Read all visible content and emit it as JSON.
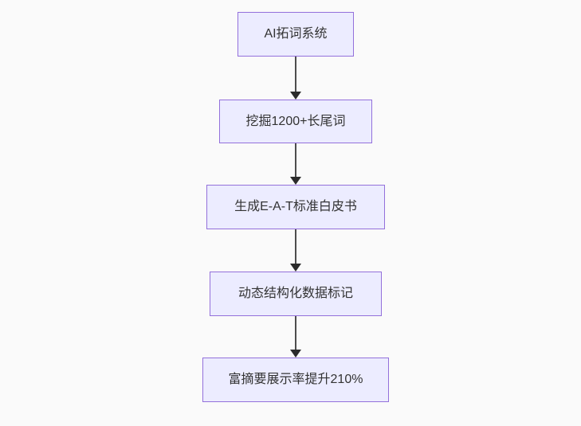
{
  "diagram": {
    "type": "flowchart",
    "direction": "top-down",
    "nodes": [
      {
        "id": "n1",
        "label": "AI拓词系统"
      },
      {
        "id": "n2",
        "label": "挖掘1200+长尾词"
      },
      {
        "id": "n3",
        "label": "生成E-A-T标准白皮书"
      },
      {
        "id": "n4",
        "label": "动态结构化数据标记"
      },
      {
        "id": "n5",
        "label": "富摘要展示率提升210%"
      }
    ],
    "edges": [
      {
        "from": "n1",
        "to": "n2"
      },
      {
        "from": "n2",
        "to": "n3"
      },
      {
        "from": "n3",
        "to": "n4"
      },
      {
        "from": "n4",
        "to": "n5"
      }
    ],
    "colors": {
      "background": "#FAFAFA",
      "node_fill": "#ECECFF",
      "node_border": "#9370DB",
      "node_text": "#333333",
      "edge_line": "#4D4D4D",
      "edge_arrowhead": "#2B2B2B"
    }
  }
}
